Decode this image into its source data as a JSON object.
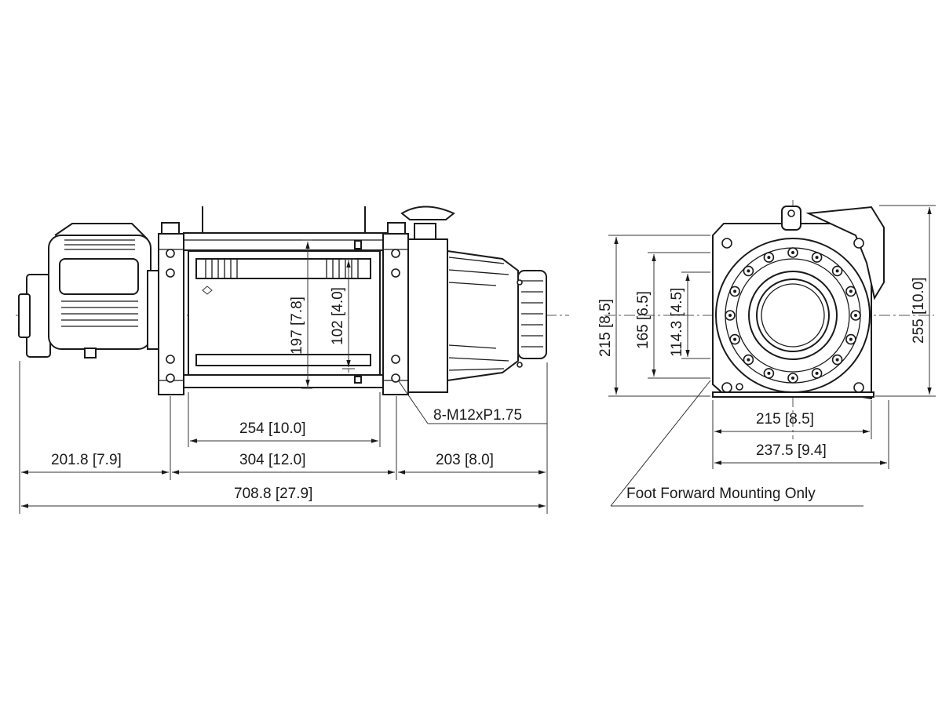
{
  "dimensions": {
    "side_width_inner": "254 [10.0]",
    "side_drum_width": "304 [12.0]",
    "side_left_offset": "201.8 [7.9]",
    "side_right_offset": "203 [8.0]",
    "side_overall_length": "708.8 [27.9]",
    "side_height": "197 [7.8]",
    "side_drum_diameter": "102 [4.0]",
    "bolt_spec": "8-M12xP1.75",
    "end_height_215": "215 [8.5]",
    "end_height_165": "165 [6.5]",
    "end_height_114": "114.3 [4.5]",
    "end_height_255": "255 [10.0]",
    "end_width_215": "215 [8.5]",
    "end_width_237": "237.5 [9.4]"
  },
  "notes": {
    "mounting": "Foot Forward Mounting Only"
  }
}
